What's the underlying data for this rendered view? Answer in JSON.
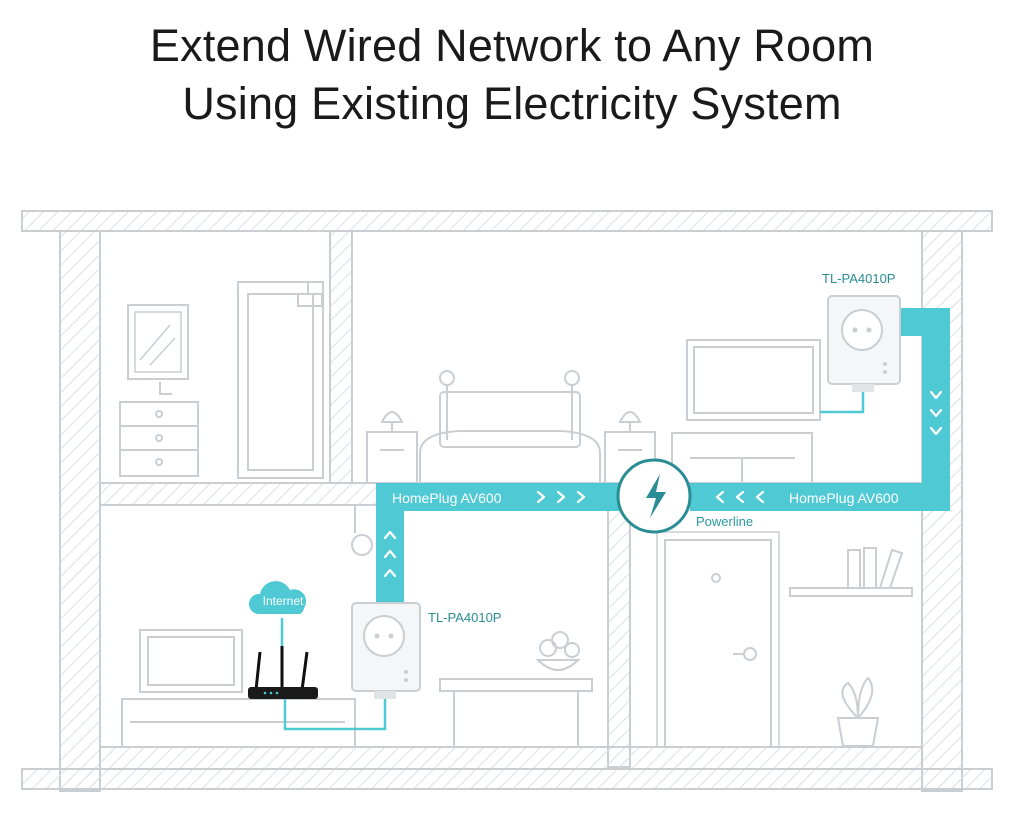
{
  "title": {
    "line1": "Extend Wired Network to Any Room",
    "line2": "Using Existing Electricity System"
  },
  "labels": {
    "left_band": "HomePlug AV600",
    "right_band": "HomePlug AV600",
    "hub": "Powerline",
    "adapter_top": "TL-PA4010P",
    "adapter_bottom": "TL-PA4010P",
    "cloud": "Internet"
  },
  "colors": {
    "accent": "#4fc9d4",
    "accent_dark": "#2a8d96",
    "line": "#c9ced3",
    "hatch": "#dde1e4",
    "text_dark": "#1a1a1a"
  },
  "icons": [
    "lightning-icon",
    "cloud-icon",
    "router-icon",
    "plug-adapter-icon"
  ]
}
